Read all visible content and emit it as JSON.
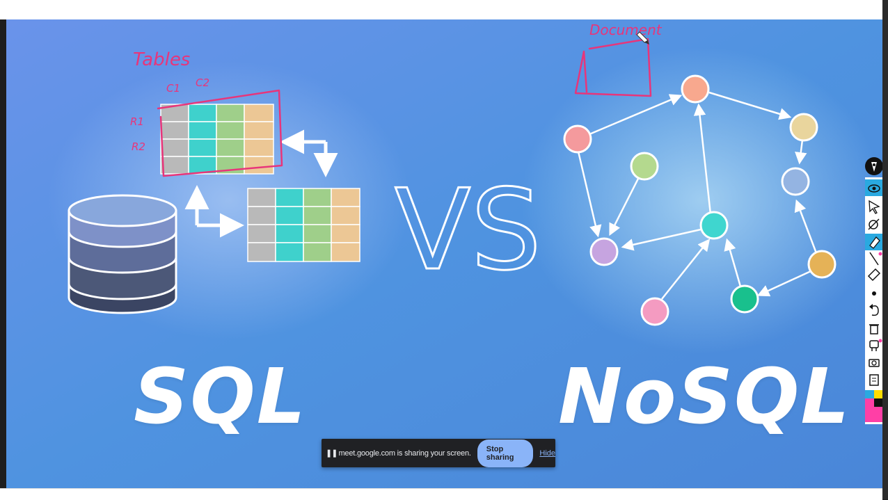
{
  "slide": {
    "left_title": "SQL",
    "right_title": "NoSQL",
    "center_text": "VS",
    "annotations": {
      "tables": "Tables",
      "c1": "C1",
      "c2": "C2",
      "r1": "R1",
      "r2": "R2",
      "document": "Document"
    }
  },
  "screen_share": {
    "message": "meet.google.com is sharing your screen.",
    "stop_label": "Stop sharing",
    "hide_label": "Hide",
    "pause_icon": "pause-icon"
  },
  "annotation_toolbar": {
    "tools": [
      "pen-logo-icon",
      "eye-icon",
      "cursor-icon",
      "eraser-icon",
      "highlighter-icon",
      "line-icon",
      "ruler-icon",
      "dot-icon",
      "undo-icon",
      "trash-icon",
      "stamp-icon",
      "camera-icon",
      "clipboard-icon"
    ],
    "colors": [
      "#2aa9e0",
      "#ffdd00",
      "#111111",
      "#ff3fa6",
      "#ffffff"
    ],
    "highlight_color": "#2aa9e0"
  },
  "colors": {
    "ink": "#e8357a",
    "background_start": "#5a8fe8",
    "background_end": "#4aa0df"
  }
}
